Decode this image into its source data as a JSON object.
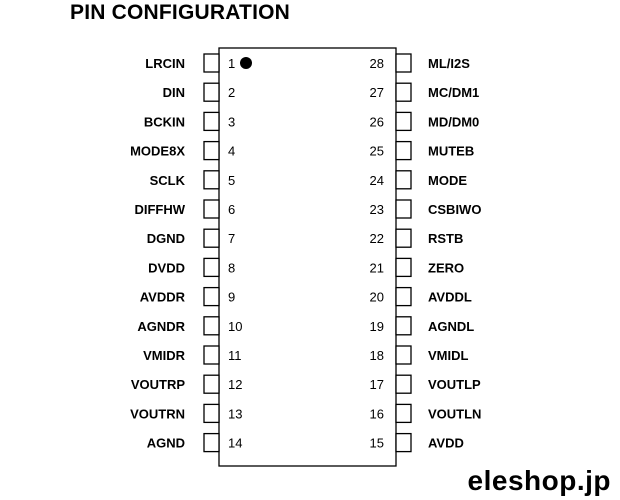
{
  "title": "PIN CONFIGURATION",
  "watermark": "eleshop.jp",
  "pin1_marker": "filled-dot",
  "pins_left": [
    {
      "number": "1",
      "name": "LRCIN"
    },
    {
      "number": "2",
      "name": "DIN"
    },
    {
      "number": "3",
      "name": "BCKIN"
    },
    {
      "number": "4",
      "name": "MODE8X"
    },
    {
      "number": "5",
      "name": "SCLK"
    },
    {
      "number": "6",
      "name": "DIFFHW"
    },
    {
      "number": "7",
      "name": "DGND"
    },
    {
      "number": "8",
      "name": "DVDD"
    },
    {
      "number": "9",
      "name": "AVDDR"
    },
    {
      "number": "10",
      "name": "AGNDR"
    },
    {
      "number": "11",
      "name": "VMIDR"
    },
    {
      "number": "12",
      "name": "VOUTRP"
    },
    {
      "number": "13",
      "name": "VOUTRN"
    },
    {
      "number": "14",
      "name": "AGND"
    }
  ],
  "pins_right": [
    {
      "number": "28",
      "name": "ML/I2S"
    },
    {
      "number": "27",
      "name": "MC/DM1"
    },
    {
      "number": "26",
      "name": "MD/DM0"
    },
    {
      "number": "25",
      "name": "MUTEB"
    },
    {
      "number": "24",
      "name": "MODE"
    },
    {
      "number": "23",
      "name": "CSBIWO"
    },
    {
      "number": "22",
      "name": "RSTB"
    },
    {
      "number": "21",
      "name": "ZERO"
    },
    {
      "number": "20",
      "name": "AVDDL"
    },
    {
      "number": "19",
      "name": "AGNDL"
    },
    {
      "number": "18",
      "name": "VMIDL"
    },
    {
      "number": "17",
      "name": "VOUTLP"
    },
    {
      "number": "16",
      "name": "VOUTLN"
    },
    {
      "number": "15",
      "name": "AVDD"
    }
  ]
}
